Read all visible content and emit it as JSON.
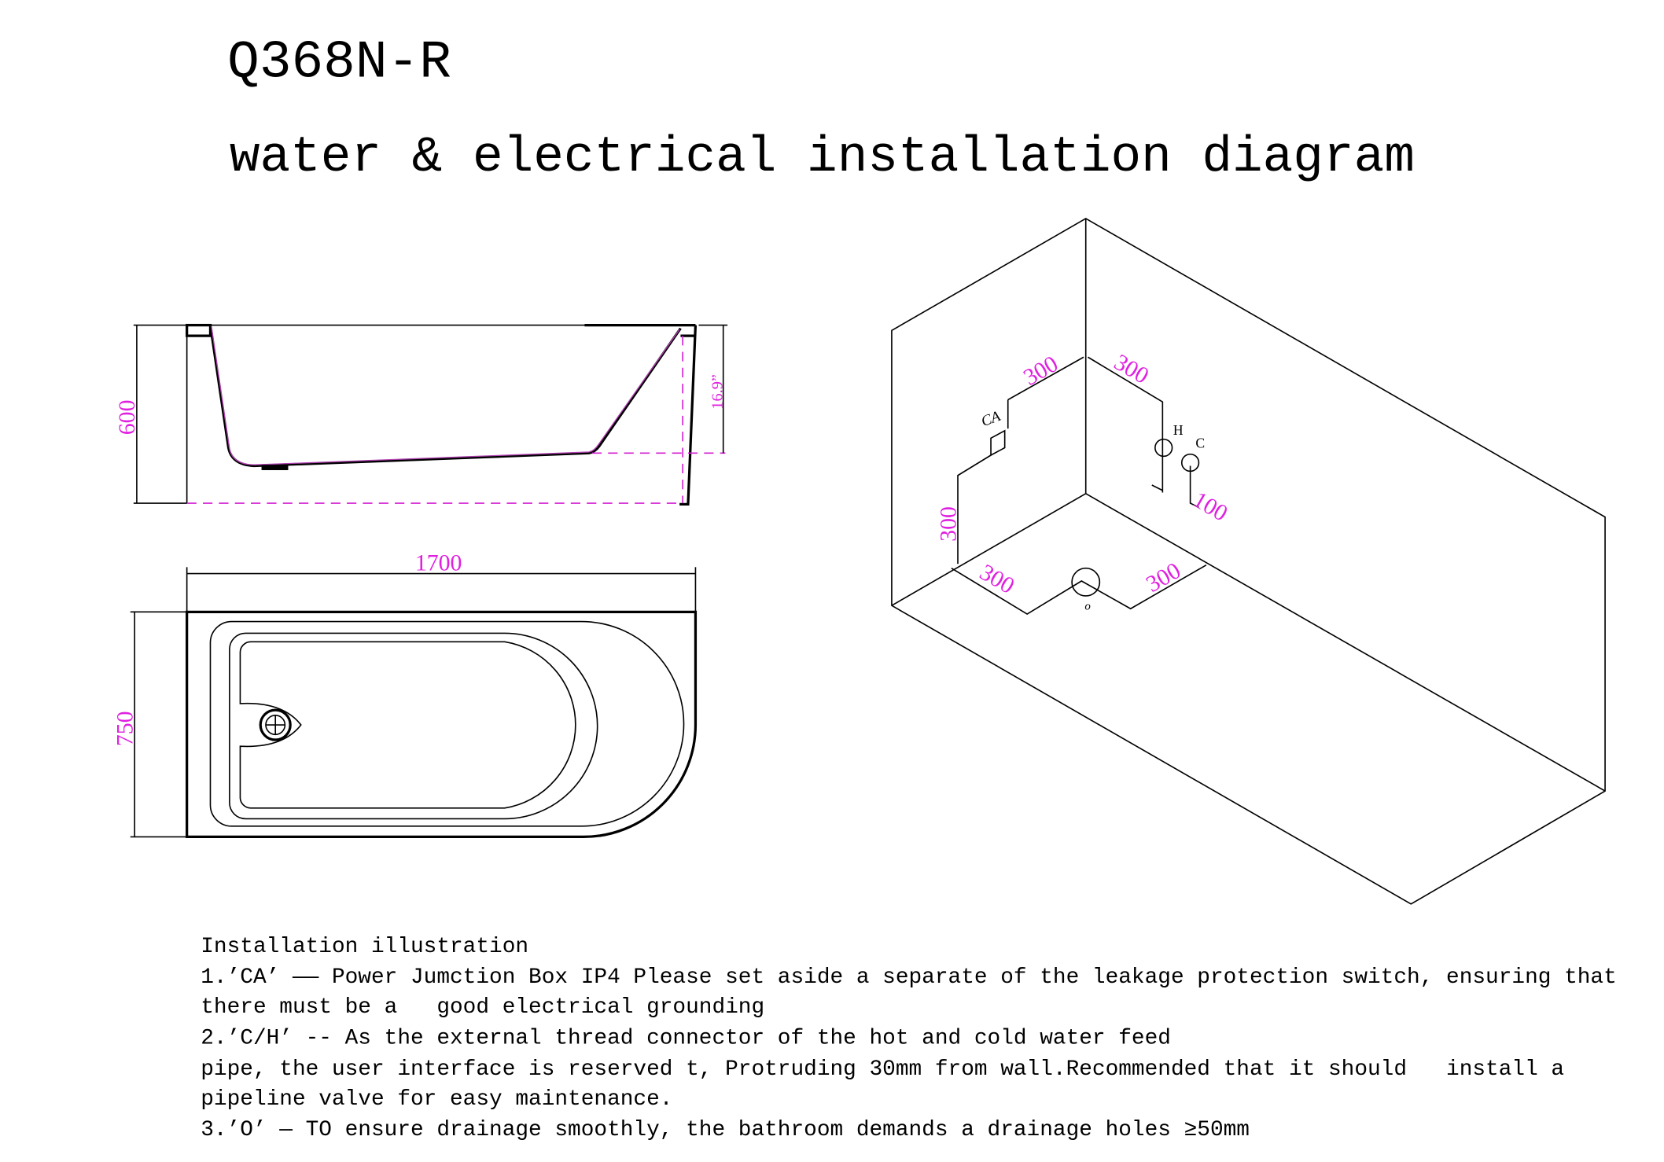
{
  "title": {
    "model": "Q368N-R",
    "subtitle": "water & electrical installation diagram"
  },
  "side_view": {
    "height_dim": "600",
    "depth_dim": "16.9”"
  },
  "plan_view": {
    "length_dim": "1700",
    "width_dim": "750"
  },
  "iso_view": {
    "dim_ca_wall": "300",
    "dim_hc_wall": "300",
    "dim_ca_height": "300",
    "dim_floor_left": "300",
    "dim_floor_right": "300",
    "dim_hc_spacing": "100",
    "label_ca": "CA",
    "label_h": "H",
    "label_c": "C",
    "label_drain": "o"
  },
  "notes": {
    "heading": "Installation illustration",
    "lines": [
      "1.’CA’ —— Power Jumction Box IP4 Please set aside a separate of the leakage protection switch, ensuring that",
      "there must be a   good electrical grounding",
      "2.’C/H’ -- As the external thread connector of the hot and cold water feed",
      "pipe, the user interface is reserved t, Protruding 30mm from wall.Recommended that it should   install a",
      "pipeline valve for easy maintenance.",
      "3.’O’ — TO ensure drainage smoothly, the bathroom demands a drainage holes ≥50mm"
    ]
  }
}
